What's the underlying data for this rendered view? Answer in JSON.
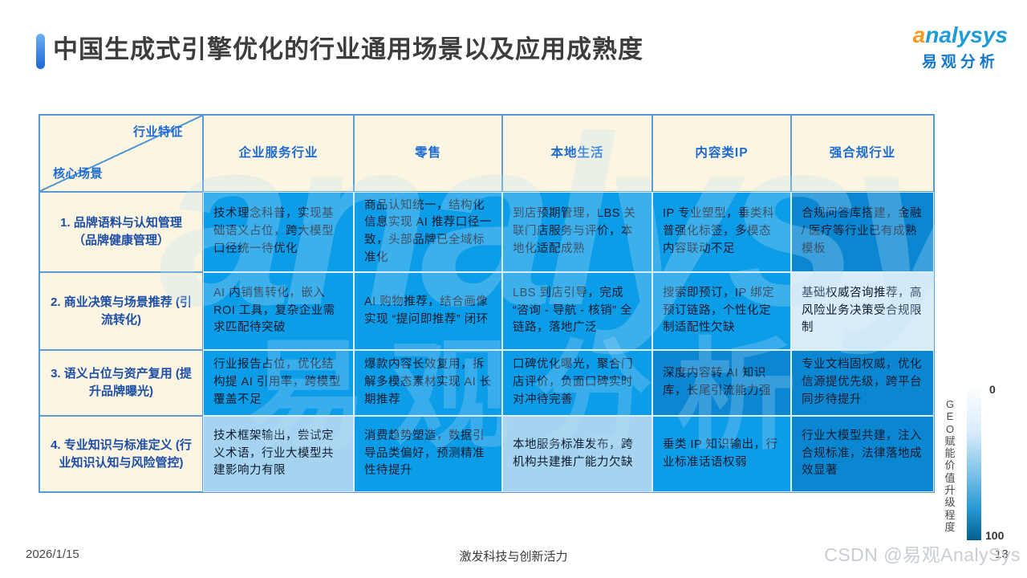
{
  "title": "中国生成式引擎优化的行业通用场景以及应用成熟度",
  "logo": {
    "brand_first_letter": "a",
    "brand_rest": "nalysys",
    "brand_cn": "易观分析"
  },
  "chart_data": {
    "type": "table",
    "title": "中国生成式引擎优化的行业通用场景以及应用成熟度",
    "corner": {
      "top_right": "行业特征",
      "bottom_left": "核心场景"
    },
    "columns": [
      "企业服务行业",
      "零售",
      "本地生活",
      "内容类IP",
      "强合规行业"
    ],
    "rows": [
      {
        "scenario": "1.  品牌语料与认知管理（品牌健康管理）",
        "cells": [
          {
            "text": "技术理念科普，实现基础语义占位，跨大模型口径统一待优化",
            "tone": "medium"
          },
          {
            "text": "商品认知统一，结构化信息实现 AI 推荐口径一致，头部品牌已全域标准化",
            "tone": "medium"
          },
          {
            "text": "到店预期管理，LBS 关联门店服务与评价，本地化适配成熟",
            "tone": "medium"
          },
          {
            "text": "IP 专业塑型，垂类科普强化标签，多模态内容联动不足",
            "tone": "medium"
          },
          {
            "text": "合规问答库搭建，金融 / 医疗等行业已有成熟模板",
            "tone": "dark"
          }
        ]
      },
      {
        "scenario": "2. 商业决策与场景推荐 (引流转化)",
        "cells": [
          {
            "text": "AI 内销售转化，嵌入 ROI 工具，复杂企业需求匹配待突破",
            "tone": "medium"
          },
          {
            "text": "AI 购物推荐，结合画像实现 “提问即推荐” 闭环",
            "tone": "medium"
          },
          {
            "text": "LBS 到店引导，完成 “咨询 - 导航 - 核销” 全链路，落地广泛",
            "tone": "medium"
          },
          {
            "text": "搜索即预订，IP 绑定预订链路，个性化定制适配性欠缺",
            "tone": "medium"
          },
          {
            "text": "基础权威咨询推荐，高风险业务决策受合规限制",
            "tone": "pale"
          }
        ]
      },
      {
        "scenario": "3. 语义占位与资产复用 (提升品牌曝光)",
        "cells": [
          {
            "text": "行业报告占位，优化结构提 AI 引用率，跨模型覆盖不足",
            "tone": "medium"
          },
          {
            "text": "爆款内容长效复用，拆解多模态素材实现 AI 长期推荐",
            "tone": "medium"
          },
          {
            "text": "口碑优化曝光，聚合门店评价，负面口碑实时对冲待完善",
            "tone": "medium"
          },
          {
            "text": "深度内容转 AI 知识库，长尾引流能力强",
            "tone": "dark"
          },
          {
            "text": "专业文档固权威，优化信源提优先级，跨平台同步待提升",
            "tone": "dark"
          }
        ]
      },
      {
        "scenario": "4. 专业知识与标准定义 (行业知识认知与风险管控)",
        "cells": [
          {
            "text": "技术框架输出，尝试定义术语，行业大模型共建影响力有限",
            "tone": "light"
          },
          {
            "text": "消费趋势塑造，数据引导品类偏好，预测精准性待提升",
            "tone": "medium"
          },
          {
            "text": "本地服务标准发布，跨机构共建推广能力欠缺",
            "tone": "light"
          },
          {
            "text": "垂类 IP 知识输出，行业标准话语权弱",
            "tone": "medium"
          },
          {
            "text": "行业大模型共建，注入合规标准，法律落地成效显著",
            "tone": "dark"
          }
        ]
      }
    ],
    "color_scale": {
      "label": "GEO赋能价值升级程度",
      "min_label": "0",
      "max_label": "100"
    },
    "legend_position": "right",
    "tone_colors": {
      "medium": "#0C9DE8",
      "dark": "#0B87D2",
      "pale": "#D8ECFA",
      "light": "#A6D4F0"
    }
  },
  "colors": {
    "accent_blue": "#1C6BD2",
    "header_cream": "#FCF5E1",
    "scenario_text": "#1D4FA6",
    "title_bar_gradient_top": "#6FB0F2",
    "title_bar_gradient_bottom": "#1B66D8",
    "logo_orange": "#F59A23",
    "logo_blue": "#1E9CD7"
  },
  "watermark_big": "analysys",
  "watermark_cn": "易观分析",
  "footer": {
    "date": "2026/1/15",
    "slogan": "激发科技与创新活力",
    "page": "13",
    "watermark": "CSDN @易观AnalySys"
  }
}
